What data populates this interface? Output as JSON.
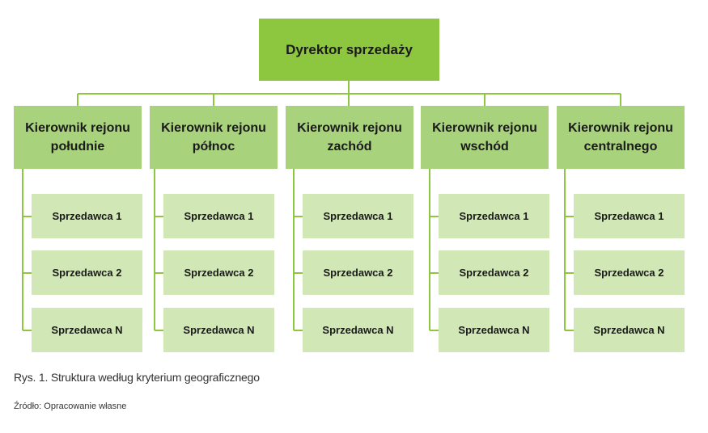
{
  "director": "Dyrektor sprzedaży",
  "managers": [
    {
      "label": "Kierownik rejonu południe",
      "sellers": [
        "Sprzedawca 1",
        "Sprzedawca 2",
        "Sprzedawca N"
      ]
    },
    {
      "label": "Kierownik rejonu północ",
      "sellers": [
        "Sprzedawca 1",
        "Sprzedawca 2",
        "Sprzedawca N"
      ]
    },
    {
      "label": "Kierownik rejonu zachód",
      "sellers": [
        "Sprzedawca 1",
        "Sprzedawca 2",
        "Sprzedawca N"
      ]
    },
    {
      "label": "Kierownik rejonu wschód",
      "sellers": [
        "Sprzedawca 1",
        "Sprzedawca 2",
        "Sprzedawca N"
      ]
    },
    {
      "label": "Kierownik rejonu centralnego",
      "sellers": [
        "Sprzedawca 1",
        "Sprzedawca 2",
        "Sprzedawca N"
      ]
    }
  ],
  "caption": "Rys. 1. Struktura według kryterium geograficznego",
  "source": "Źródło: Opracowanie własne",
  "colors": {
    "director": "#8dc63f",
    "manager": "#a8d37c",
    "seller": "#d1e8b6",
    "connector": "#8dc63f"
  }
}
